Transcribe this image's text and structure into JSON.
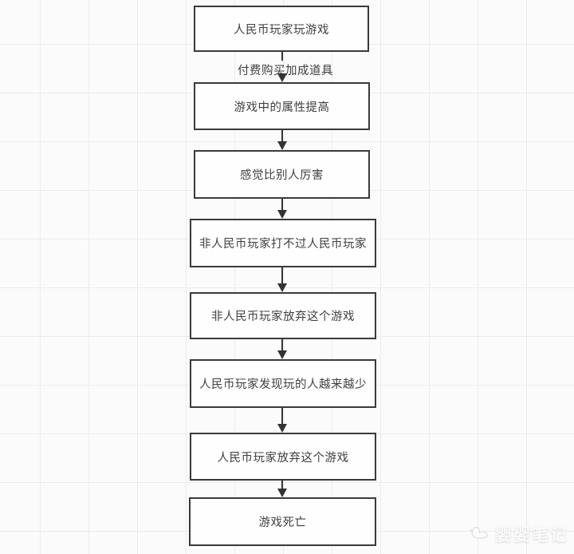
{
  "flow": {
    "boxes": [
      {
        "label": "人民币玩家玩游戏"
      },
      {
        "label": "游戏中的属性提高"
      },
      {
        "label": "感觉比别人厉害"
      },
      {
        "label": "非人民币玩家打不过人民币玩家"
      },
      {
        "label": "非人民币玩家放弃这个游戏"
      },
      {
        "label": "人民币玩家发现玩的人越来越少"
      },
      {
        "label": "人民币玩家放弃这个游戏"
      },
      {
        "label": "游戏死亡"
      }
    ],
    "edge_label": "付费购买加成道具",
    "border_color": "#3a3a3a",
    "text_color": "#3f3f3f",
    "arrow_color": "#333333"
  },
  "background": {
    "bg_color": "#fafbfa",
    "grid_color": "#ececec"
  },
  "watermark": {
    "text": "婴婴笔记"
  }
}
